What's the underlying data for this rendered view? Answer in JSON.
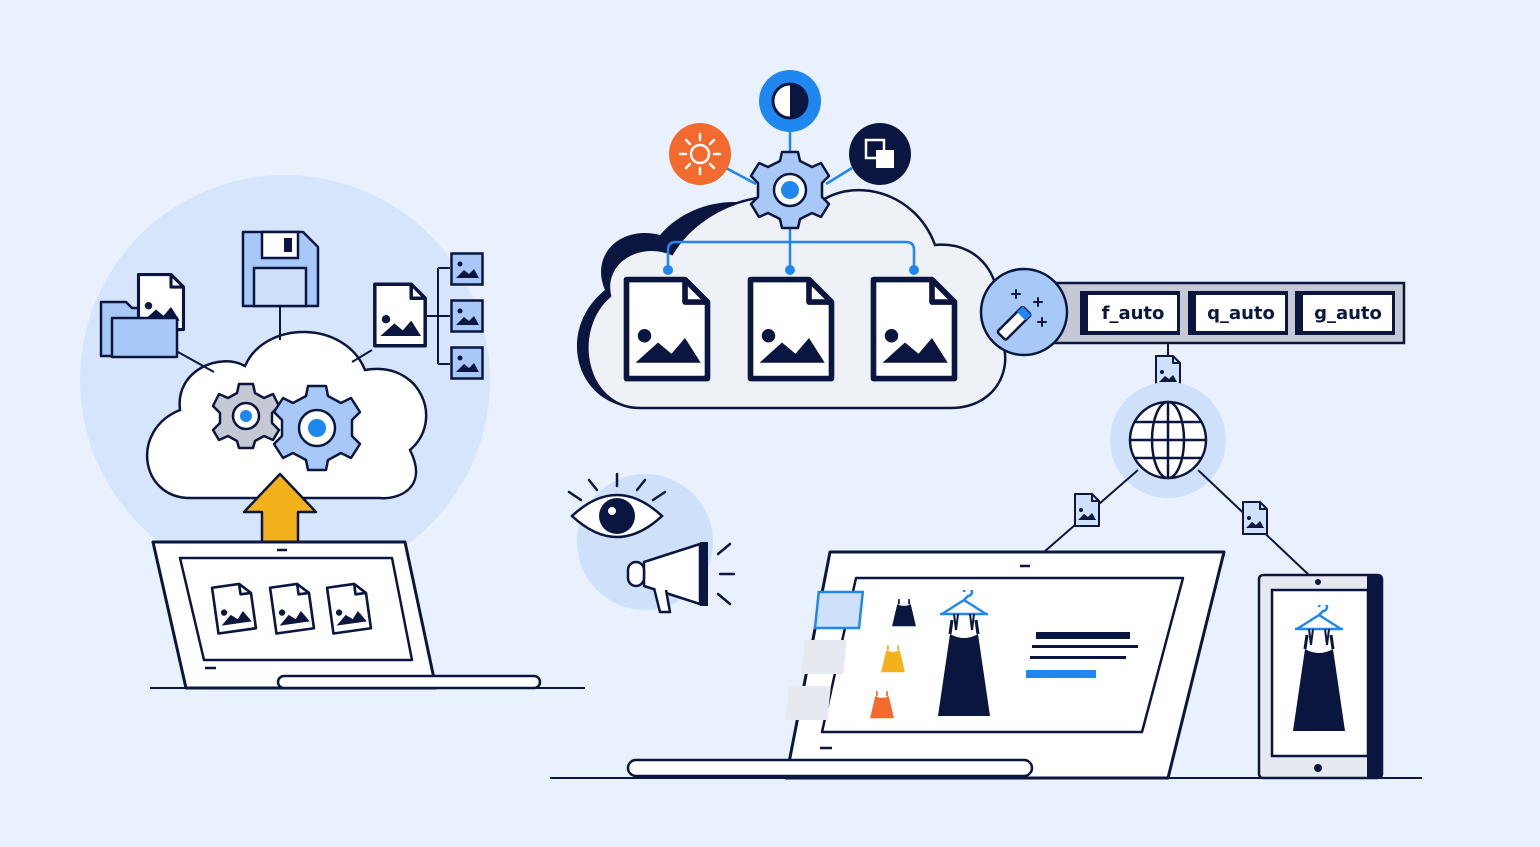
{
  "colors": {
    "background": "#e8f1fd",
    "navy": "#0b1640",
    "blue": "#1e88f0",
    "light_blue": "#a8c8f8",
    "pale_blue": "#cfe0fb",
    "cloud_fill": "#eef1f5",
    "gray": "#c4c9d3",
    "orange": "#f26a2e",
    "yellow": "#f3b11c",
    "white": "#ffffff"
  },
  "transformation_bar": {
    "params": [
      {
        "label": "f_auto"
      },
      {
        "label": "q_auto"
      },
      {
        "label": "g_auto"
      }
    ]
  },
  "icons": {
    "upload": "upload-arrow-icon",
    "floppy": "floppy-disk-icon",
    "folder": "folder-icon",
    "brightness": "sun-icon",
    "contrast": "contrast-icon",
    "layers": "layers-icon",
    "magic": "magic-wand-icon",
    "globe": "globe-icon",
    "eye": "eye-icon",
    "megaphone": "megaphone-icon",
    "dress": "dress-icon"
  }
}
